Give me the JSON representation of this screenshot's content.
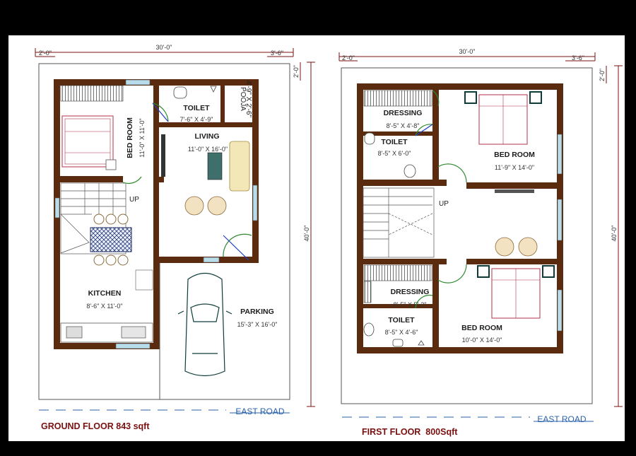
{
  "ground_floor": {
    "overall_width": "30'-0\"",
    "overall_depth": "40'-0\"",
    "setback_left": "2'-0\"",
    "setback_right": "3'-6\"",
    "setback_top": "2'-0\"",
    "rooms": {
      "bed_room": {
        "name": "BED ROOM",
        "size": "11'-0\" X 11'-0\""
      },
      "toilet": {
        "name": "TOILET",
        "size": "7'-6\" X 4'-9\""
      },
      "pooja": {
        "name": "POOJA",
        "size": "4'-9\" X 2'-6\""
      },
      "living": {
        "name": "LIVING",
        "size": "11'-0\" X 16'-0\""
      },
      "kitchen": {
        "name": "KITCHEN",
        "size": "8'-6\" X 11'-0\""
      },
      "parking": {
        "name": "PARKING",
        "size": "15'-3\" X 16'-0\""
      }
    },
    "stair_up": "UP",
    "road": "EAST ROAD",
    "title": "GROUND FLOOR 843 sqft"
  },
  "first_floor": {
    "overall_width": "30'-0\"",
    "overall_depth": "40'-0\"",
    "setback_left": "2'-0\"",
    "setback_right": "3'-6\"",
    "setback_top": "2'-0\"",
    "rooms": {
      "dressing_1": {
        "name": "DRESSING",
        "size": "8'-5\" X 4'-8\""
      },
      "toilet_1": {
        "name": "TOILET",
        "size": "8'-5\" X 6'-0\""
      },
      "bed_room_1": {
        "name": "BED ROOM",
        "size": "11'-9\" X 14'-0\""
      },
      "dressing_2": {
        "name": "DRESSING",
        "size": "8'-5\" X 5'-2\""
      },
      "toilet_2": {
        "name": "TOILET",
        "size": "8'-5\" X 4'-6\""
      },
      "bed_room_2": {
        "name": "BED ROOM",
        "size": "10'-0\" X 14'-0\""
      }
    },
    "stair_up": "UP",
    "road": "EAST ROAD",
    "title": "FIRST FLOOR  800Sqft"
  },
  "colors": {
    "frame": "#000000",
    "wall": "#5a2b0f",
    "window": "#b9dcea",
    "door_arc": "#2f8a2f",
    "door_leaf": "#1a3cc6",
    "title": "#7a1010",
    "road": "#2a62a8",
    "sofa": "#f3e7b8",
    "bed": "#b0304a"
  }
}
